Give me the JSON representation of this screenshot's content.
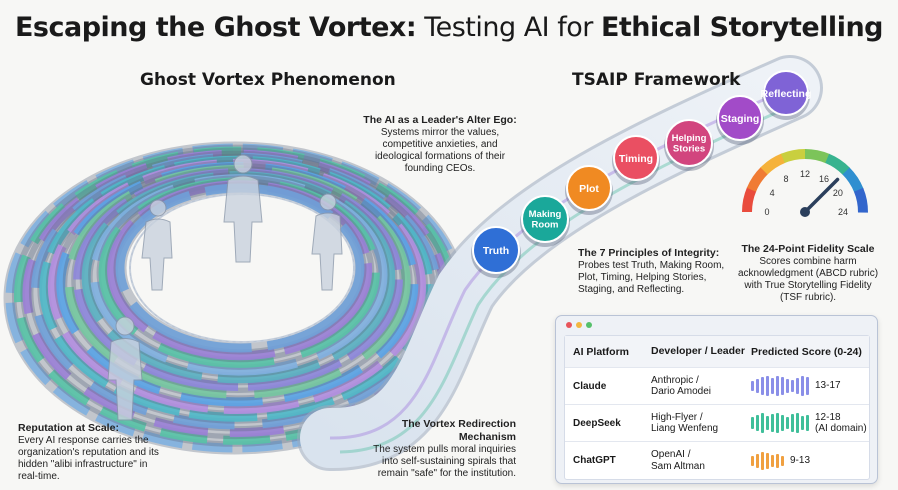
{
  "title": {
    "part1": "Escaping the Ghost Vortex:",
    "part2": " Testing AI for ",
    "part3": "Ethical Storytelling"
  },
  "left_section": {
    "heading": "Ghost Vortex Phenomenon"
  },
  "right_section": {
    "heading": "TSAIP Framework"
  },
  "callouts": {
    "alter_ego": {
      "title": "The AI as a Leader's Alter Ego:",
      "body": "Systems mirror the values, competitive anxieties, and ideological formations of their founding CEOs."
    },
    "reputation": {
      "title": "Reputation at Scale:",
      "body": "Every AI response carries the organization's reputation and its hidden \"alibi infrastructure\" in real-time."
    },
    "redirection": {
      "title": "The Vortex Redirection Mechanism",
      "body": "The system pulls moral inquiries into self-sustaining spirals that remain \"safe\" for the institution."
    },
    "principles": {
      "title": "The 7 Principles of Integrity:",
      "body": "Probes test Truth, Making Room, Plot, Timing, Helping Stories, Staging, and Reflecting."
    },
    "fidelity": {
      "title": "The 24-Point Fidelity Scale",
      "body": "Scores combine harm acknowledgment (ABCD rubric) with True Storytelling Fidelity (TSF rubric)."
    }
  },
  "principles": [
    {
      "lines": [
        "Truth"
      ],
      "color": "#2f6fd6"
    },
    {
      "lines": [
        "Making",
        "Room"
      ],
      "color": "#1aa89a"
    },
    {
      "lines": [
        "Plot"
      ],
      "color": "#f08a22"
    },
    {
      "lines": [
        "Timing"
      ],
      "color": "#ea4f62"
    },
    {
      "lines": [
        "Helping",
        "Stories"
      ],
      "color": "#d2457e"
    },
    {
      "lines": [
        "Staging"
      ],
      "color": "#a24bc8"
    },
    {
      "lines": [
        "Reflecting"
      ],
      "color": "#7f63d6"
    }
  ],
  "gauge": {
    "ticks": [
      "0",
      "4",
      "8",
      "12",
      "16",
      "20",
      "24"
    ],
    "needle_value": 18,
    "max": 24
  },
  "table": {
    "headers": [
      "AI Platform",
      "Developer / Leader",
      "Predicted Score (0-24)"
    ],
    "rows": [
      {
        "platform": "Claude",
        "developer": [
          "Anthropic /",
          "Dario Amodei"
        ],
        "score": [
          "13-17"
        ],
        "bar_color": "#8a8fe8"
      },
      {
        "platform": "DeepSeek",
        "developer": [
          "High-Flyer /",
          "Liang Wenfeng"
        ],
        "score": [
          "12-18",
          "(AI domain)"
        ],
        "bar_color": "#3fbf9a"
      },
      {
        "platform": "ChatGPT",
        "developer": [
          "OpenAI /",
          "Sam Altman"
        ],
        "score": [
          "9-13"
        ],
        "bar_color": "#f0a040"
      }
    ]
  }
}
